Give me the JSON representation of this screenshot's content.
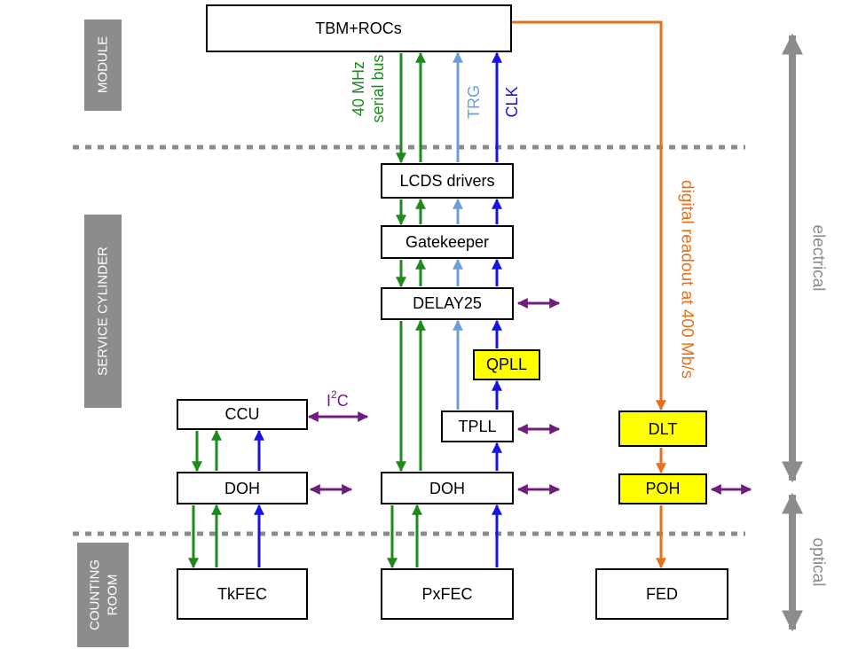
{
  "sections": {
    "module": "MODULE",
    "service_cylinder": "SERVICE CYLINDER",
    "counting_room_line1": "COUNTING",
    "counting_room_line2": "ROOM"
  },
  "boxes": {
    "tbm_rocs": "TBM+ROCs",
    "lcds_drivers": "LCDS drivers",
    "gatekeeper": "Gatekeeper",
    "delay25": "DELAY25",
    "qpll": "QPLL",
    "ccu": "CCU",
    "tpll": "TPLL",
    "dlt": "DLT",
    "doh_left": "DOH",
    "doh_center": "DOH",
    "poh": "POH",
    "tkfec": "TkFEC",
    "pxfec": "PxFEC",
    "fed": "FED"
  },
  "labels": {
    "bus_line1": "40 MHz",
    "bus_line2": "serial bus",
    "trg": "TRG",
    "clk": "CLK",
    "i2c_main": "I",
    "i2c_sup": "2",
    "i2c_tail": "C",
    "digital_readout": "digital readout at 400 Mb/s",
    "electrical": "electrical",
    "optical": "optical"
  },
  "colors": {
    "green": "#1e8a1e",
    "light_blue": "#6b9edc",
    "blue": "#1414e6",
    "purple": "#6e1f7d",
    "orange": "#e6701e",
    "yellow": "#ffff00",
    "gray": "#8c8c8c"
  }
}
